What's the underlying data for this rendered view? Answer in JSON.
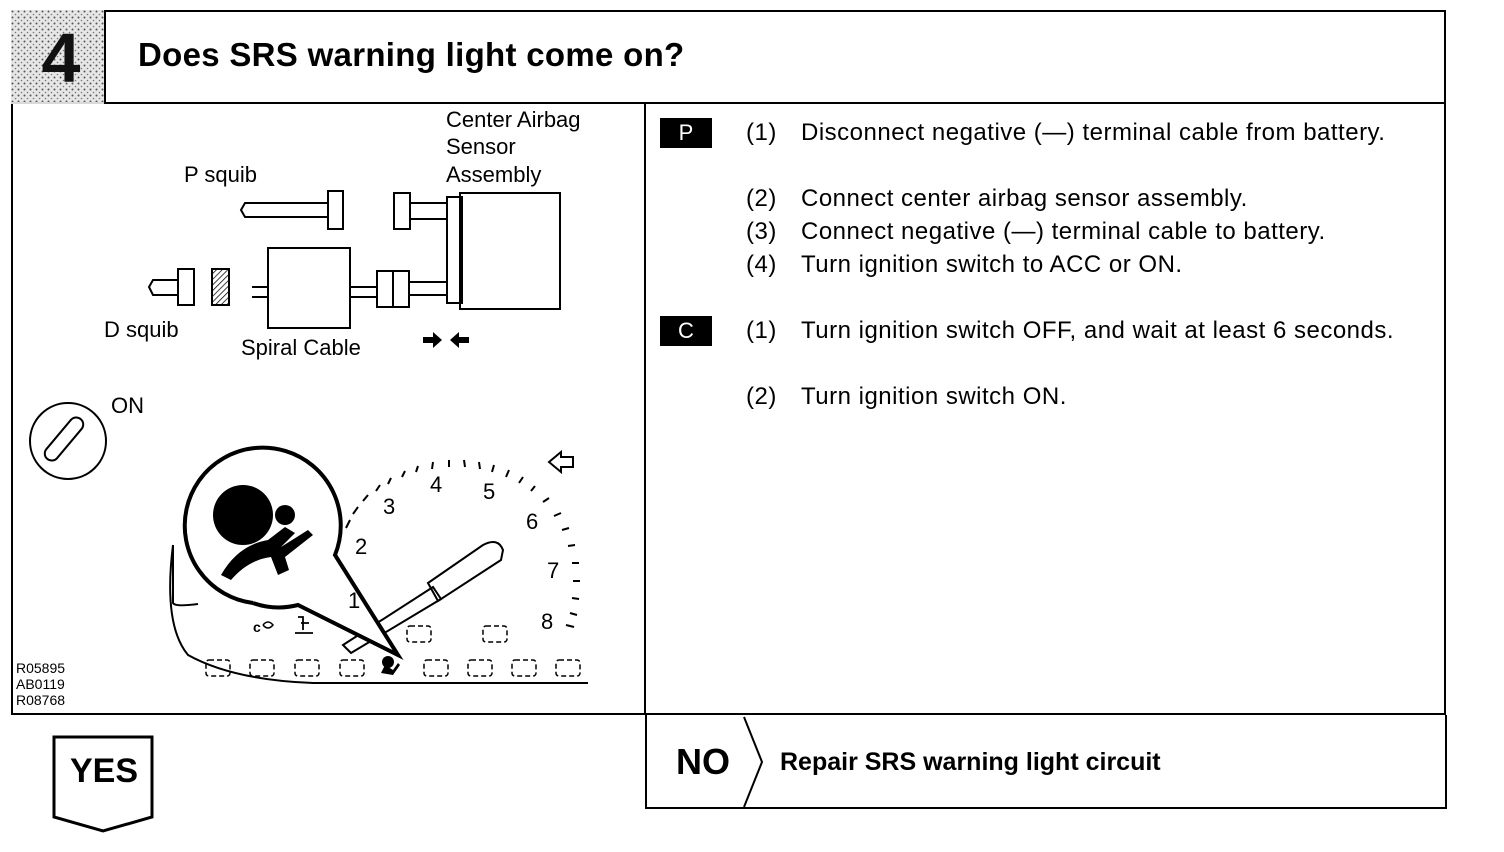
{
  "step": {
    "number": "4",
    "title": "Does SRS warning light come on?"
  },
  "diagram": {
    "labels": {
      "center_sensor": "Center Airbag",
      "center_sensor_2": "Sensor",
      "center_sensor_3": "Assembly",
      "p_squib": "P squib",
      "d_squib": "D squib",
      "spiral_cable": "Spiral Cable",
      "ignition_on": "ON"
    },
    "gauge_numbers": [
      "1",
      "2",
      "3",
      "4",
      "5",
      "6",
      "7",
      "8"
    ],
    "codes": [
      "R05895",
      "AB0119",
      "R08768"
    ]
  },
  "procedures": [
    {
      "badge": "P",
      "steps": [
        {
          "num": "(1)",
          "text": "Disconnect negative (—) terminal cable from battery."
        },
        {
          "num": "(2)",
          "text": "Connect center airbag sensor assembly."
        },
        {
          "num": "(3)",
          "text": "Connect negative (—) terminal cable to battery."
        },
        {
          "num": "(4)",
          "text": "Turn ignition switch to ACC or ON."
        }
      ]
    },
    {
      "badge": "C",
      "steps": [
        {
          "num": "(1)",
          "text": "Turn ignition switch OFF, and wait at least 6 seconds."
        },
        {
          "num": "(2)",
          "text": "Turn ignition switch ON."
        }
      ]
    }
  ],
  "branches": {
    "yes_label": "YES",
    "no_label": "NO",
    "no_action": "Repair SRS warning light circuit"
  }
}
